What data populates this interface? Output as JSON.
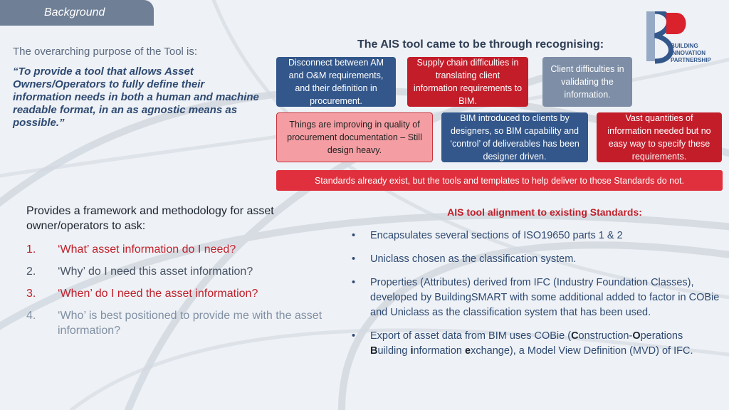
{
  "header": {
    "tab_label": "Background"
  },
  "purpose": {
    "intro": "The overarching purpose of the Tool is:",
    "quote": "“To provide a tool that allows Asset Owners/Operators to fully define their information needs in both a human and machine readable format, in an as agnostic means as possible.”"
  },
  "ais": {
    "heading": "The AIS tool came to be through recognising:",
    "boxes": [
      "Disconnect between AM and O&M requirements, and their definition in procurement.",
      "Supply chain difficulties in translating client information requirements to BIM.",
      "Client difficulties in validating the information.",
      "Things are improving in quality of procurement documentation – Still design heavy.",
      "BIM introduced to clients by designers, so BIM capability and ‘control’ of deliverables has been designer driven.",
      "Vast quantities of information needed but no easy way to specify these requirements."
    ],
    "banner": "Standards already exist, but the tools and templates to help deliver to those Standards do not."
  },
  "logo": {
    "line1": "BUILDING",
    "line2": "INNOVATION",
    "line3": "PARTNERSHIP"
  },
  "framework": {
    "intro": "Provides a framework and methodology for asset owner/operators to ask:",
    "questions": [
      {
        "num": "1.",
        "text": "‘What’ asset information do I need?"
      },
      {
        "num": "2.",
        "text": "‘Why’ do I need this asset information?"
      },
      {
        "num": "3.",
        "text": "‘When’ do I need the asset information?"
      },
      {
        "num": "4.",
        "text": "‘Who’ is best positioned to provide me with the asset information?"
      }
    ]
  },
  "alignment": {
    "heading": "AIS tool alignment to existing Standards:",
    "bullets": [
      "Encapsulates several sections of ISO19650 parts 1 & 2",
      "Uniclass chosen as the classification system.",
      "Properties (Attributes) derived from IFC (Industry Foundation Classes), developed by BuildingSMART with some additional added to factor in COBie and Uniclass as the classification system that has been used.",
      {
        "pre": "Export of asset data from BIM uses COBie (",
        "c": "C",
        "t1": "onstruction-",
        "o": "O",
        "t2": "perations",
        "b": "B",
        "t3": "uilding ",
        "i": "i",
        "t4": "nformation ",
        "e": "e",
        "t5": "xchange), a Model View Definition (MVD) of IFC."
      }
    ]
  },
  "colors": {
    "navy": "#33578b",
    "red": "#c41d2a",
    "gray": "#7d8ea6",
    "pink": "#f49ea3",
    "banner": "#e0303d",
    "accent_text": "#c0202b"
  }
}
